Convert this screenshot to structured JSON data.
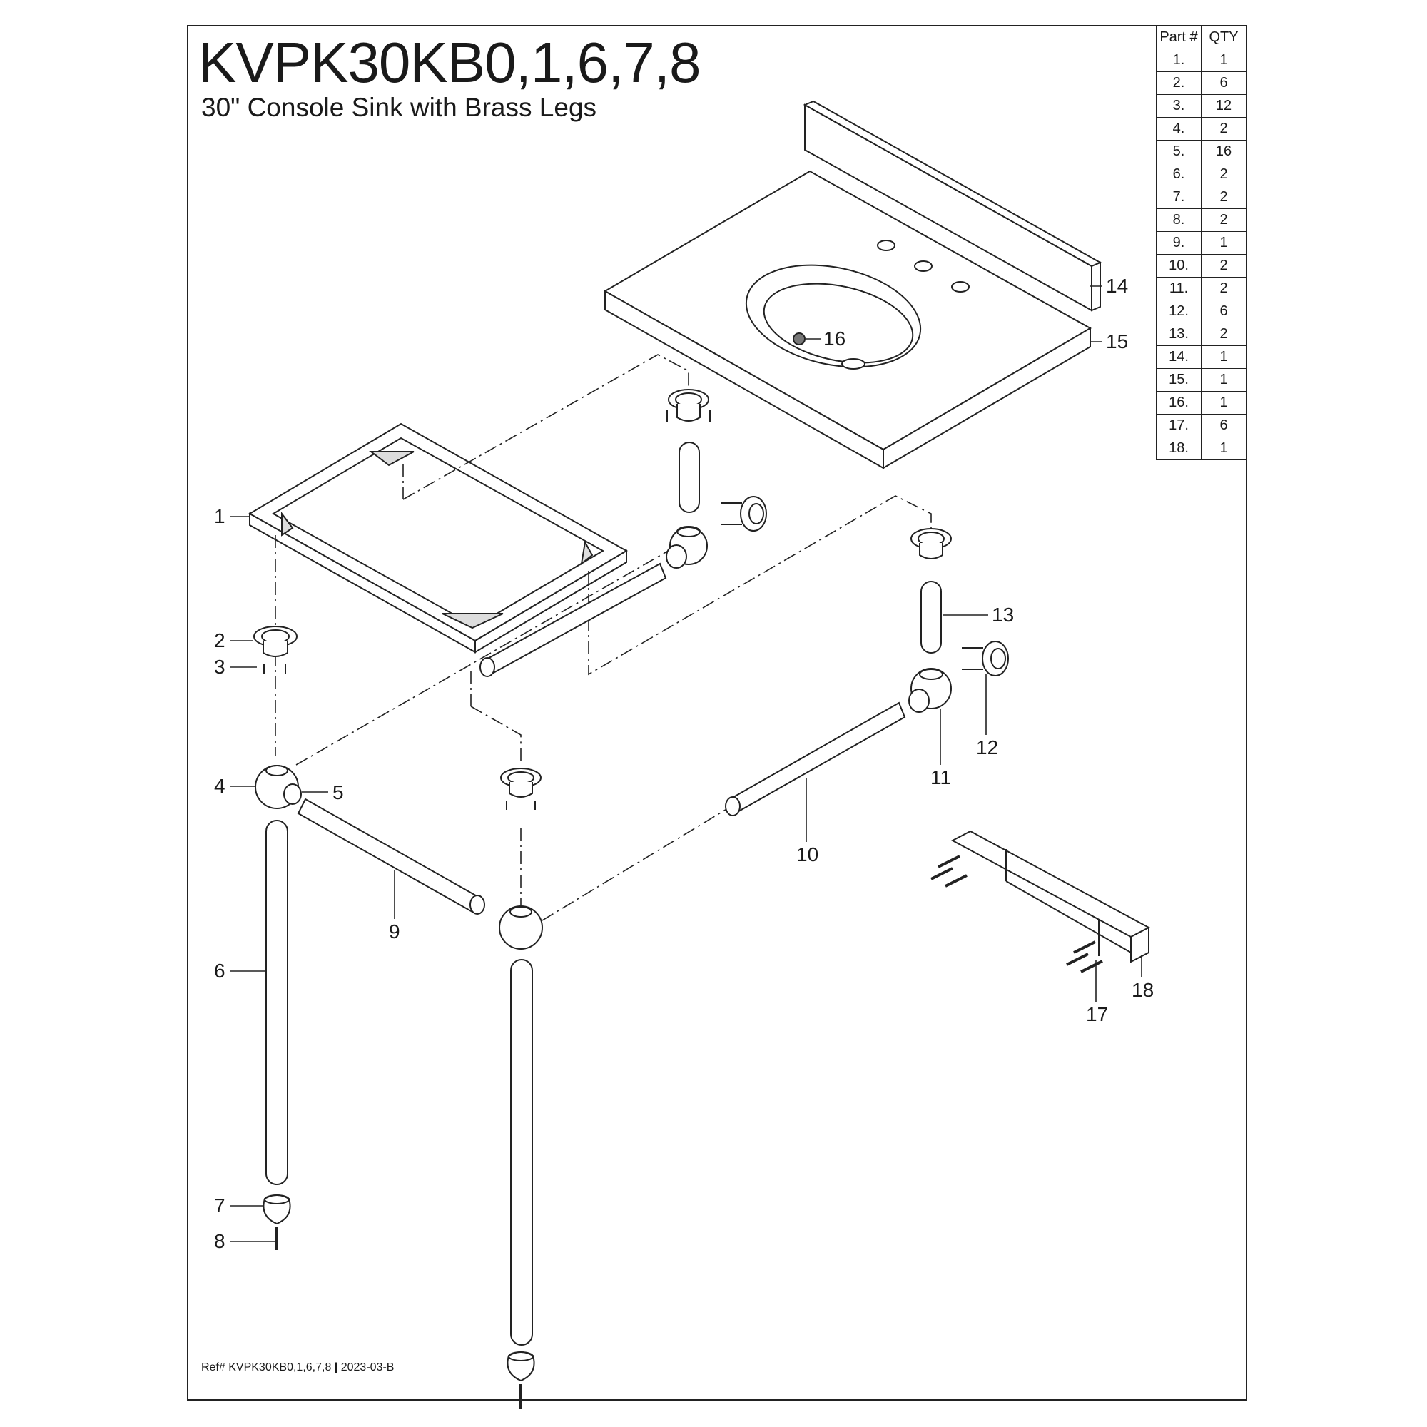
{
  "title": "KVPK30KB0,1,6,7,8",
  "subtitle": "30\" Console Sink with Brass Legs",
  "ref": {
    "prefix": "Ref# KVPK30KB0,1,6,7,8",
    "separator": "|",
    "code": "2023-03-B"
  },
  "parts_table": {
    "headers": [
      "Part #",
      "QTY"
    ],
    "rows": [
      {
        "part": "1.",
        "qty": "1"
      },
      {
        "part": "2.",
        "qty": "6"
      },
      {
        "part": "3.",
        "qty": "12"
      },
      {
        "part": "4.",
        "qty": "2"
      },
      {
        "part": "5.",
        "qty": "16"
      },
      {
        "part": "6.",
        "qty": "2"
      },
      {
        "part": "7.",
        "qty": "2"
      },
      {
        "part": "8.",
        "qty": "2"
      },
      {
        "part": "9.",
        "qty": "1"
      },
      {
        "part": "10.",
        "qty": "2"
      },
      {
        "part": "11.",
        "qty": "2"
      },
      {
        "part": "12.",
        "qty": "6"
      },
      {
        "part": "13.",
        "qty": "2"
      },
      {
        "part": "14.",
        "qty": "1"
      },
      {
        "part": "15.",
        "qty": "1"
      },
      {
        "part": "16.",
        "qty": "1"
      },
      {
        "part": "17.",
        "qty": "6"
      },
      {
        "part": "18.",
        "qty": "1"
      }
    ]
  },
  "callouts": [
    "1",
    "2",
    "3",
    "4",
    "5",
    "6",
    "7",
    "8",
    "9",
    "10",
    "11",
    "12",
    "13",
    "14",
    "15",
    "16",
    "17",
    "18"
  ]
}
